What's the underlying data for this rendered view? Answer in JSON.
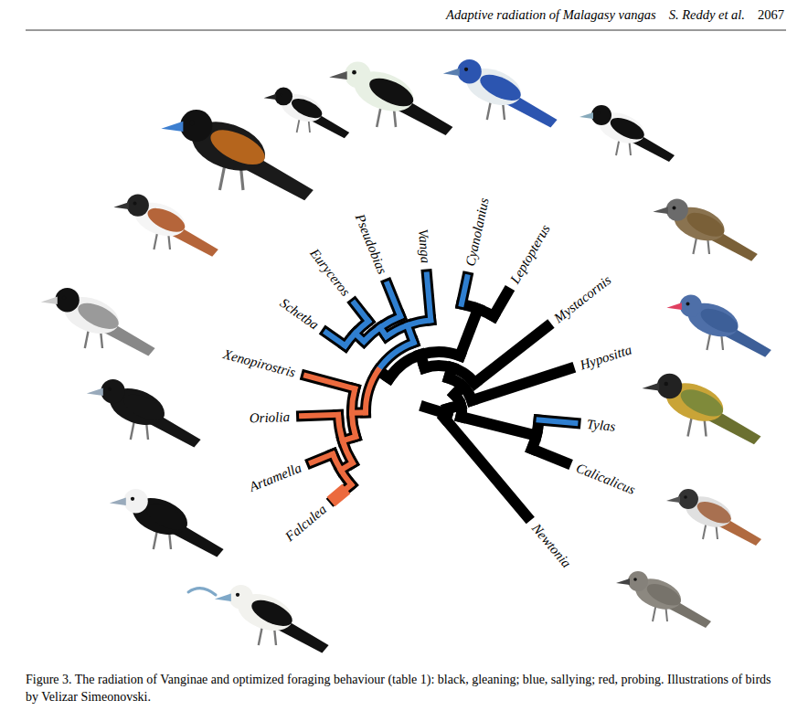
{
  "diagram": {
    "caption": "Figure 3. The radiation of Vanginae and optimized foraging behaviour (table 1): black, gleaning; blue, sallying; red, probing. Illustrations of birds by Velizar Simeonovski.",
    "labels": [
      "Adaptive radiation of Malagasy vangas",
      "S. Reddy et al.",
      "2067",
      "Euryceros",
      "Pseudobias",
      "Vanga",
      "Cyanolanius",
      "Leptopterus",
      "Mystacornis",
      "Hypositta",
      "Tylas",
      "Calicalicus",
      "Newtonia",
      "Falculea",
      "Artamella",
      "Oriolia",
      "Xenopirostris",
      "Schetba"
    ]
  }
}
